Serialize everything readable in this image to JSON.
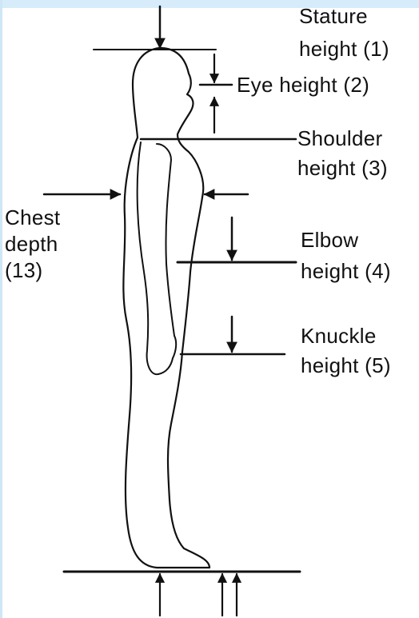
{
  "colors": {
    "ink": "#111111",
    "background": "#ffffff",
    "frame_tint": "#d7ecfa"
  },
  "labels": {
    "stature": {
      "line1": "Stature",
      "line2": "height (1)"
    },
    "eye": {
      "line1": "Eye height (2)"
    },
    "shoulder": {
      "line1": "Shoulder",
      "line2": "height (3)"
    },
    "elbow": {
      "line1": "Elbow",
      "line2": "height (4)"
    },
    "knuckle": {
      "line1": "Knuckle",
      "line2": "height (5)"
    },
    "chest": {
      "line1": "Chest",
      "line2": "depth",
      "line3": "(13)"
    }
  }
}
